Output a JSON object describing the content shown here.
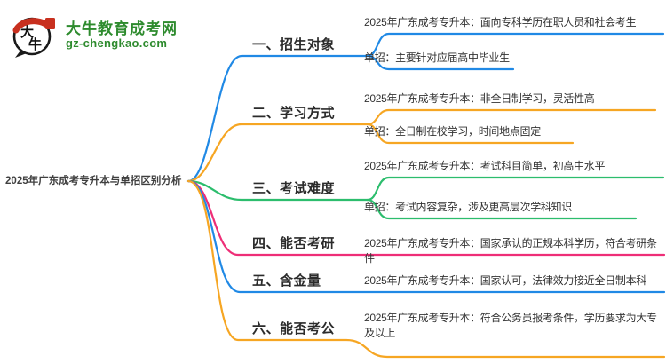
{
  "logo": {
    "site_name": "大牛教育成考网",
    "site_domain": "gz-chengkao.com",
    "icon_char_top": "大",
    "icon_char_bottom": "牛",
    "brand_green": "#2e8b2e",
    "brand_red": "#c8301f"
  },
  "main_topic": "2025年广东成考专升本与单招区别分析",
  "branches": [
    {
      "label": "一、招生对象",
      "color": "#2089e5",
      "leaves": [
        "2025年广东成考专升本：面向专科学历在职人员和社会考生",
        "单招：主要针对应届高中毕业生"
      ]
    },
    {
      "label": "二、学习方式",
      "color": "#f6a623",
      "leaves": [
        "2025年广东成考专升本：非全日制学习，灵活性高",
        "单招：全日制在校学习，时间地点固定"
      ]
    },
    {
      "label": "三、考试难度",
      "color": "#2cbd6d",
      "leaves": [
        "2025年广东成考专升本：考试科目简单，初高中水平",
        "单招：考试内容复杂，涉及更高层次学科知识"
      ]
    },
    {
      "label": "四、能否考研",
      "color": "#ee2e77",
      "leaves": [
        "2025年广东成考专升本：国家承认的正规本科学历，符合考研条件"
      ]
    },
    {
      "label": "五、含金量",
      "color": "#2089e5",
      "leaves": [
        "2025年广东成考专升本：国家认可，法律效力接近全日制本科"
      ]
    },
    {
      "label": "六、能否考公",
      "color": "#f6a623",
      "leaves": [
        "2025年广东成考专升本：符合公务员报考条件，学历要求为大专及以上"
      ]
    }
  ]
}
